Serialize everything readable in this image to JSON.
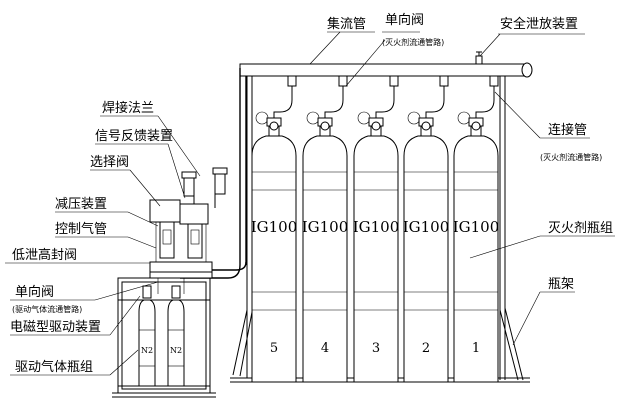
{
  "labels": {
    "collector_pipe": "集流管",
    "check_valve_top": "单向阀",
    "check_valve_top_note": "(灭火剂流通管路)",
    "safety_relief": "安全泄放装置",
    "welded_flange": "焊接法兰",
    "signal_feedback": "信号反馈装置",
    "selector_valve": "选择阀",
    "pressure_reducer": "减压装置",
    "control_gas_pipe": "控制气管",
    "low_leak_seal_valve": "低泄高封阀",
    "check_valve_left": "单向阀",
    "check_valve_left_note": "(驱动气体流通管路)",
    "solenoid_driver": "电磁型驱动装置",
    "drive_gas_cylinders": "驱动气体瓶组",
    "connecting_pipe": "连接管",
    "connecting_pipe_note": "(灭火剂流通管路)",
    "extinguishant_cylinders": "灭火剂瓶组",
    "cylinder_rack": "瓶架"
  },
  "agent_cylinders": [
    {
      "label": "IG100",
      "number": "5"
    },
    {
      "label": "IG100",
      "number": "4"
    },
    {
      "label": "IG100",
      "number": "3"
    },
    {
      "label": "IG100",
      "number": "2"
    },
    {
      "label": "IG100",
      "number": "1"
    }
  ],
  "drive_cylinders": [
    {
      "label": "N2"
    },
    {
      "label": "N2"
    }
  ]
}
